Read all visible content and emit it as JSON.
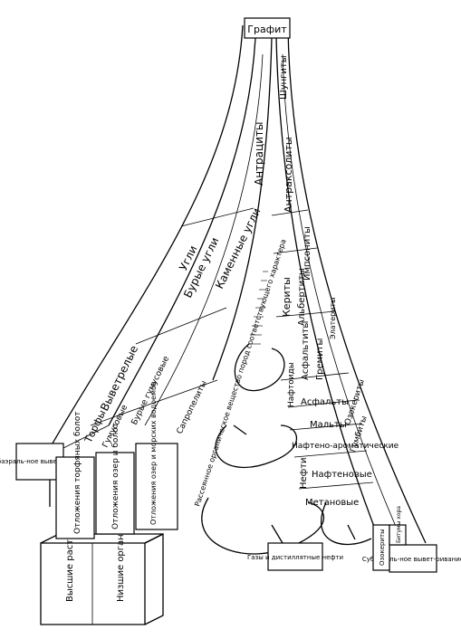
{
  "labels": {
    "graphite": "Графит",
    "shungites": "Шунгиты",
    "anthracites": "Антрациты",
    "anthraxolites": "Антраксолиты",
    "impsonites": "Импсониты",
    "albertites": "Альбертиты",
    "kerites": "Кериты",
    "elaterites": "Элатериты",
    "ozokerites": "Озокериты",
    "gumbites": "Гумбиты",
    "naphthides": "Нафтоиды",
    "asphaltites": "Асфальтиты",
    "grahamites": "Гремиты",
    "asphalts": "Асфальты",
    "maltas": "Мальты",
    "naphtho_aromatic": "Нафтено-ароматические",
    "oils": "Нефти",
    "naphthenic": "Нафтеновые",
    "methane": "Метановые",
    "weathering": "Выветрелые",
    "coals": "Угли",
    "brown_coals": "Бурые угли",
    "hard_coals": "Каменные угли",
    "peats": "Торфы",
    "humus": "Гумусовые",
    "brown_humus": "Бурые гумусовые",
    "sapropelites": "Сапропелиты",
    "subaerial_left": "Субаэраль-ное вывет-ривание",
    "subaerial_right": "Субаэраль-ное вывет-ривание",
    "peat_bog": "Отложения торфяных болот",
    "lake_bog": "Отложения озер и болот",
    "sea_basins": "Отложения озер и морских водоемов",
    "dispersed": "Рассеянное органическое вещество пород соответствующего характера",
    "higher_plants": "Высшие растения",
    "lower_organisms": "Низшие организмы",
    "gases": "Газы и дистиллятные нефти",
    "ozocerite_box": "Озокериты",
    "bitumens_box": "Битумы хора"
  }
}
